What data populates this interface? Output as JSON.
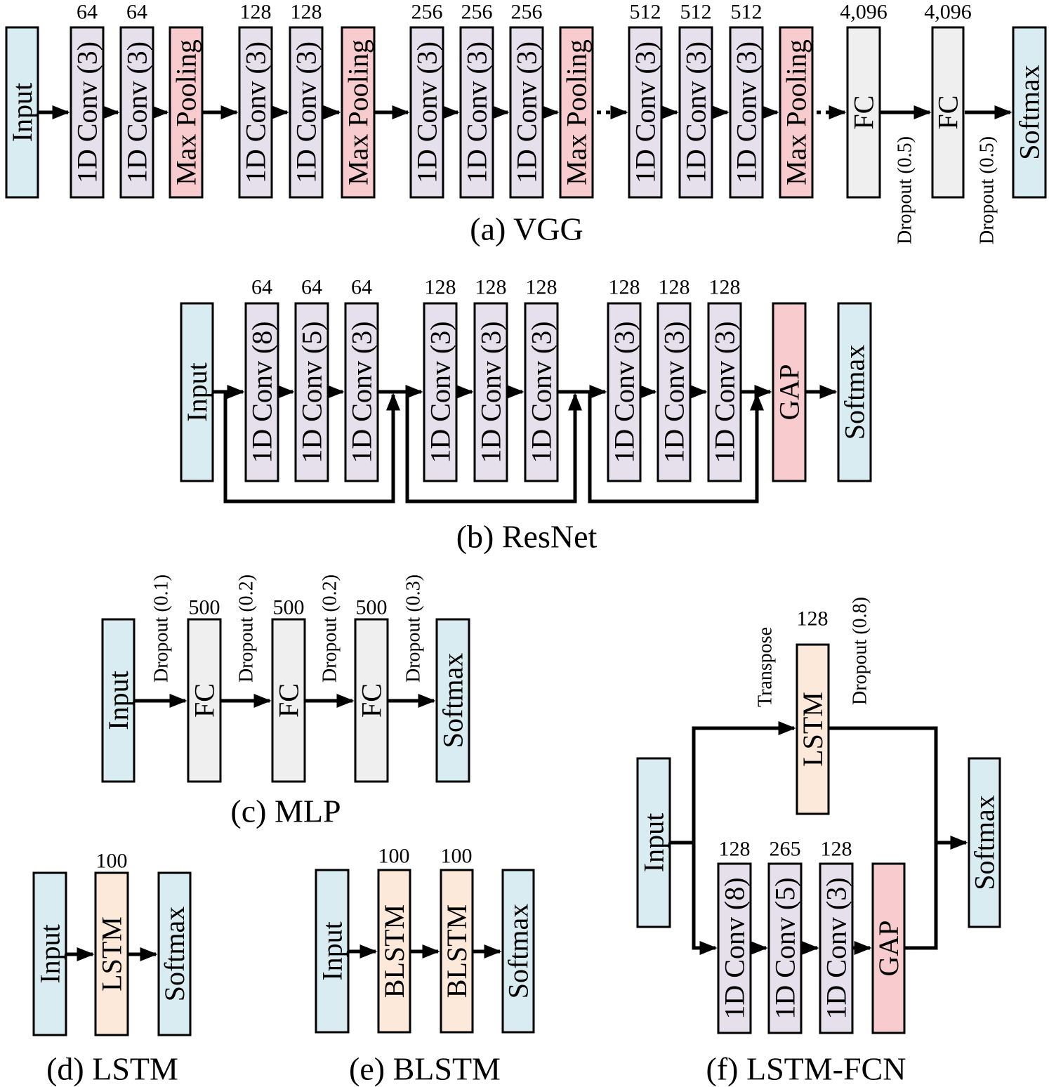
{
  "colors": {
    "input": "#d9ecf1",
    "conv": "#e6e0ec",
    "pool": "#f8cbcf",
    "fc": "#efefef",
    "rnn": "#fde9d9",
    "gap": "#f8cbcf",
    "softmax": "#d9ecf1"
  },
  "vgg": {
    "caption": "(a) VGG",
    "input": "Input",
    "blocks": [
      {
        "label": "1D Conv (3)",
        "kind": "conv",
        "units": "64"
      },
      {
        "label": "1D Conv (3)",
        "kind": "conv",
        "units": "64"
      },
      {
        "label": "Max Pooling",
        "kind": "pool",
        "units": ""
      },
      {
        "label": "1D Conv (3)",
        "kind": "conv",
        "units": "128"
      },
      {
        "label": "1D Conv (3)",
        "kind": "conv",
        "units": "128"
      },
      {
        "label": "Max Pooling",
        "kind": "pool",
        "units": ""
      },
      {
        "label": "1D Conv (3)",
        "kind": "conv",
        "units": "256"
      },
      {
        "label": "1D Conv (3)",
        "kind": "conv",
        "units": "256"
      },
      {
        "label": "1D Conv (3)",
        "kind": "conv",
        "units": "256"
      },
      {
        "label": "Max Pooling",
        "kind": "pool",
        "units": ""
      },
      {
        "label": "1D Conv (3)",
        "kind": "conv",
        "units": "512"
      },
      {
        "label": "1D Conv (3)",
        "kind": "conv",
        "units": "512"
      },
      {
        "label": "1D Conv (3)",
        "kind": "conv",
        "units": "512"
      },
      {
        "label": "Max Pooling",
        "kind": "pool",
        "units": ""
      },
      {
        "label": "FC",
        "kind": "fc",
        "units": "4,096"
      },
      {
        "label": "FC",
        "kind": "fc",
        "units": "4,096"
      }
    ],
    "softmax": "Softmax",
    "dropouts": [
      "Dropout (0.5)",
      "Dropout (0.5)"
    ]
  },
  "resnet": {
    "caption": "(b) ResNet",
    "input": "Input",
    "blocks": [
      {
        "label": "1D Conv (8)",
        "kind": "conv",
        "units": "64"
      },
      {
        "label": "1D Conv (5)",
        "kind": "conv",
        "units": "64"
      },
      {
        "label": "1D Conv (3)",
        "kind": "conv",
        "units": "64"
      },
      {
        "label": "1D Conv (3)",
        "kind": "conv",
        "units": "128"
      },
      {
        "label": "1D Conv (3)",
        "kind": "conv",
        "units": "128"
      },
      {
        "label": "1D Conv (3)",
        "kind": "conv",
        "units": "128"
      },
      {
        "label": "1D Conv (3)",
        "kind": "conv",
        "units": "128"
      },
      {
        "label": "1D Conv (3)",
        "kind": "conv",
        "units": "128"
      },
      {
        "label": "1D Conv (3)",
        "kind": "conv",
        "units": "128"
      }
    ],
    "gap": "GAP",
    "softmax": "Softmax"
  },
  "mlp": {
    "caption": "(c) MLP",
    "input": "Input",
    "blocks": [
      {
        "label": "FC",
        "kind": "fc",
        "units": "500"
      },
      {
        "label": "FC",
        "kind": "fc",
        "units": "500"
      },
      {
        "label": "FC",
        "kind": "fc",
        "units": "500"
      }
    ],
    "softmax": "Softmax",
    "dropouts": [
      "Dropout (0.1)",
      "Dropout (0.2)",
      "Dropout (0.2)",
      "Dropout (0.3)"
    ]
  },
  "lstm": {
    "caption": "(d) LSTM",
    "input": "Input",
    "blocks": [
      {
        "label": "LSTM",
        "kind": "rnn",
        "units": "100"
      }
    ],
    "softmax": "Softmax"
  },
  "blstm": {
    "caption": "(e) BLSTM",
    "input": "Input",
    "blocks": [
      {
        "label": "BLSTM",
        "kind": "rnn",
        "units": "100"
      },
      {
        "label": "BLSTM",
        "kind": "rnn",
        "units": "100"
      }
    ],
    "softmax": "Softmax"
  },
  "lstmfcn": {
    "caption": "(f) LSTM-FCN",
    "input": "Input",
    "lstm": {
      "label": "LSTM",
      "kind": "rnn",
      "units": "128"
    },
    "transpose": "Transpose",
    "dropout": "Dropout (0.8)",
    "blocks": [
      {
        "label": "1D Conv (8)",
        "kind": "conv",
        "units": "128"
      },
      {
        "label": "1D Conv (5)",
        "kind": "conv",
        "units": "265"
      },
      {
        "label": "1D Conv (3)",
        "kind": "conv",
        "units": "128"
      }
    ],
    "gap": "GAP",
    "softmax": "Softmax"
  }
}
